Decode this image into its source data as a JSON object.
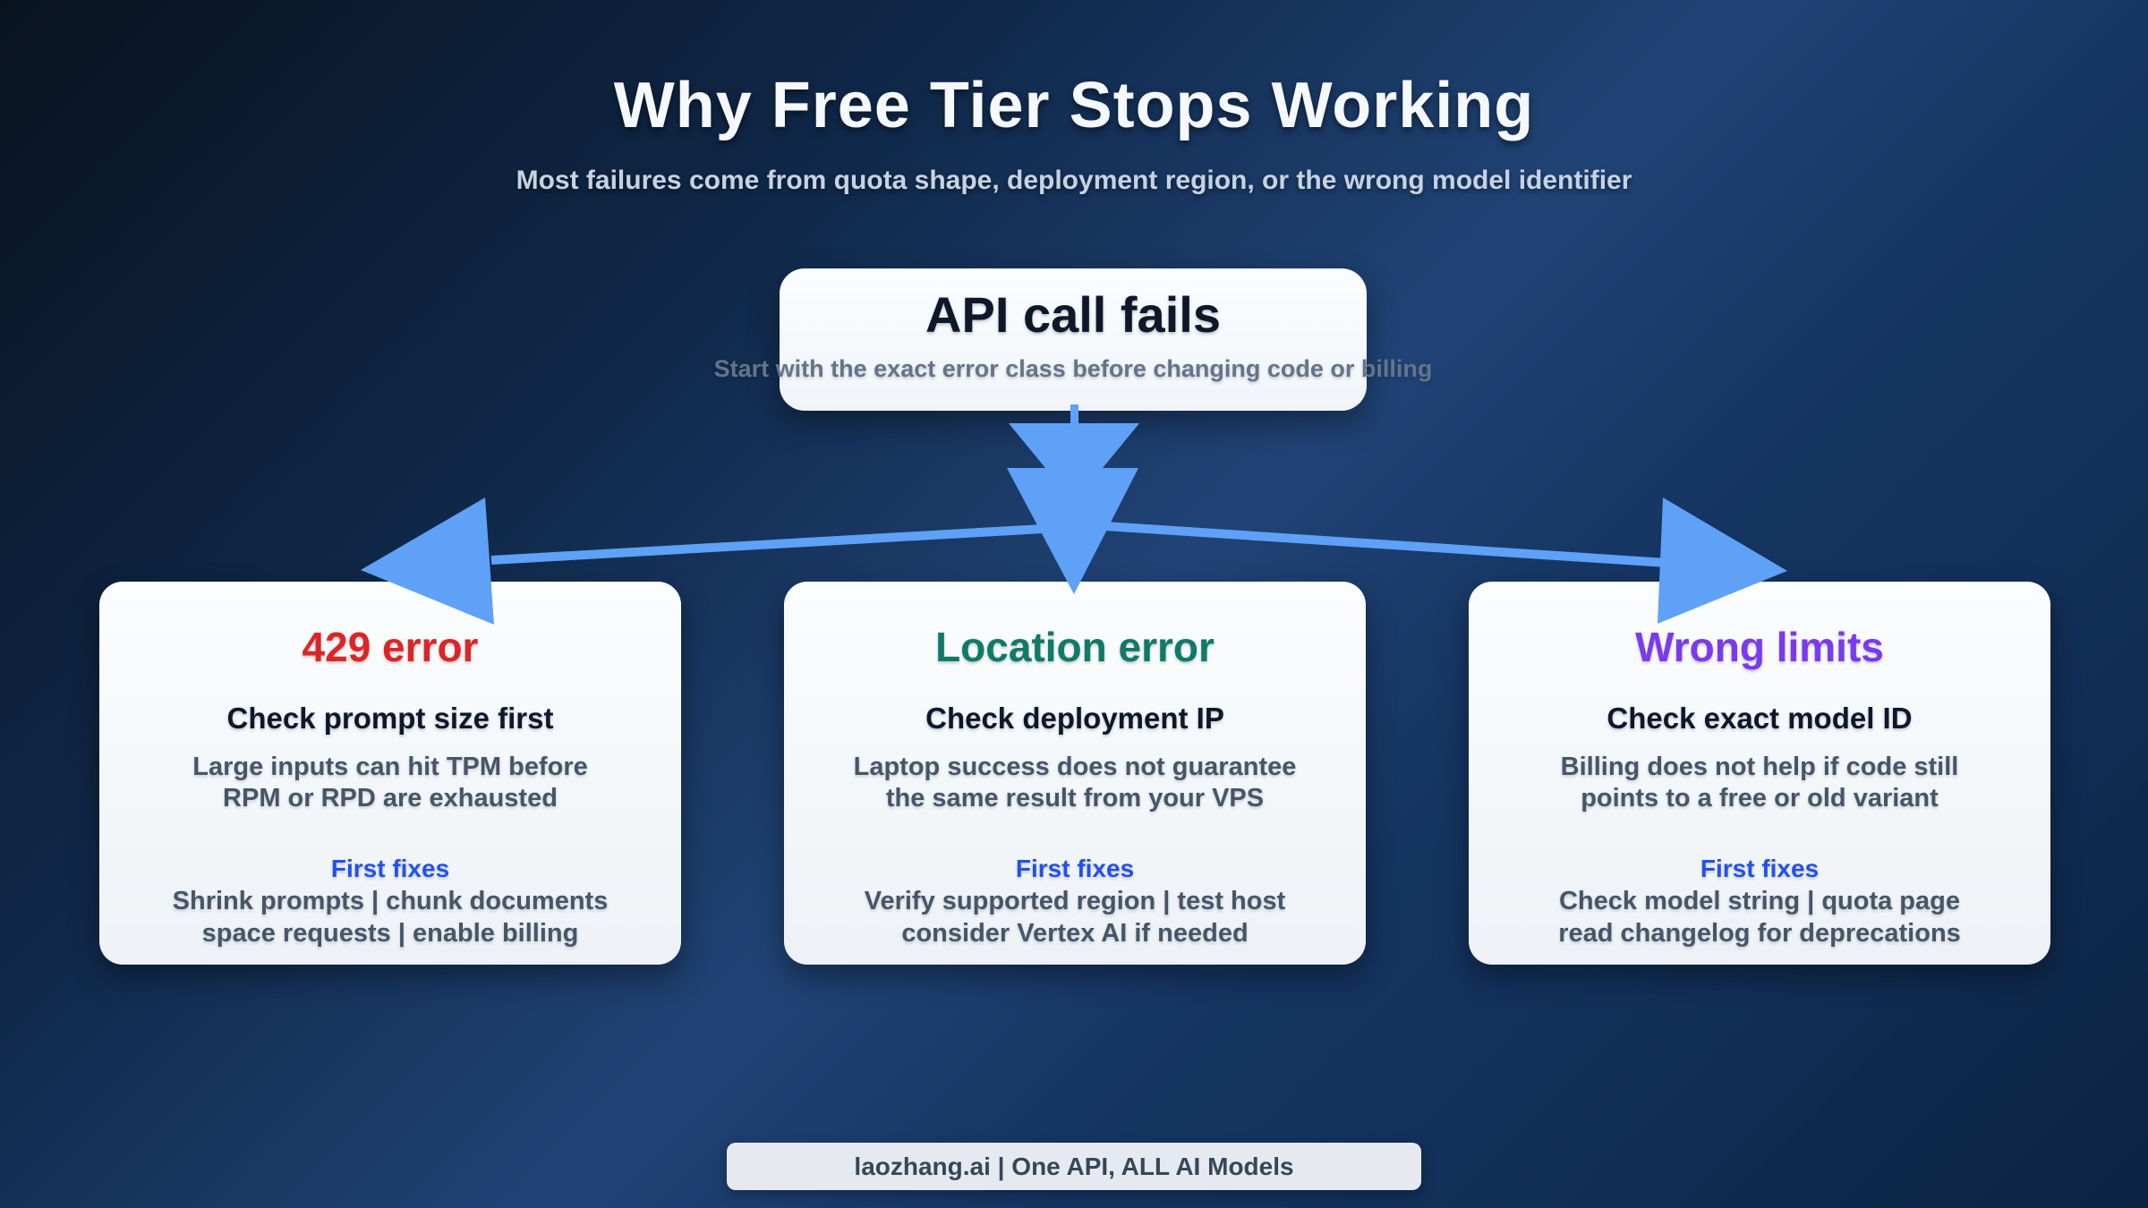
{
  "page": {
    "title": "Why Free Tier Stops Working",
    "subtitle": "Most failures come from quota shape, deployment region, or the wrong model identifier"
  },
  "root_node": {
    "title": "API call fails",
    "subtitle": "Start with the exact error class before changing code or billing"
  },
  "branches": [
    {
      "id": "429-error",
      "title": "429 error",
      "title_style": "color:#dc2626",
      "heading": "Check prompt size first",
      "body_line1": "Large inputs can hit TPM before",
      "body_line2": "RPM or RPD are exhausted",
      "fixes_label": "First fixes",
      "fixes_line1": "Shrink prompts | chunk documents",
      "fixes_line2": "space requests | enable billing"
    },
    {
      "id": "location-error",
      "title": "Location error",
      "title_style": "color:#0f7a68",
      "heading": "Check deployment IP",
      "body_line1": "Laptop success does not guarantee",
      "body_line2": "the same result from your VPS",
      "fixes_label": "First fixes",
      "fixes_line1": "Verify supported region | test host",
      "fixes_line2": "consider Vertex AI if needed"
    },
    {
      "id": "wrong-limits",
      "title": "Wrong limits",
      "title_style": "color:#7c3aed",
      "heading": "Check exact model ID",
      "body_line1": "Billing does not help if code still",
      "body_line2": "points to a free or old variant",
      "fixes_label": "First fixes",
      "fixes_line1": "Check model string | quota page",
      "fixes_line2": "read changelog for deprecations"
    }
  ],
  "footer": {
    "label": "laozhang.ai | One API, ALL AI Models"
  },
  "colors": {
    "arrow": "#5ea1f7",
    "background_dark": "#0a1424",
    "background_mid": "#183a6c",
    "accent_red": "#dc2626",
    "accent_green": "#0f7a68",
    "accent_purple": "#7c3aed",
    "accent_blue": "#2351e8",
    "card_bg": "#f8fafc"
  }
}
